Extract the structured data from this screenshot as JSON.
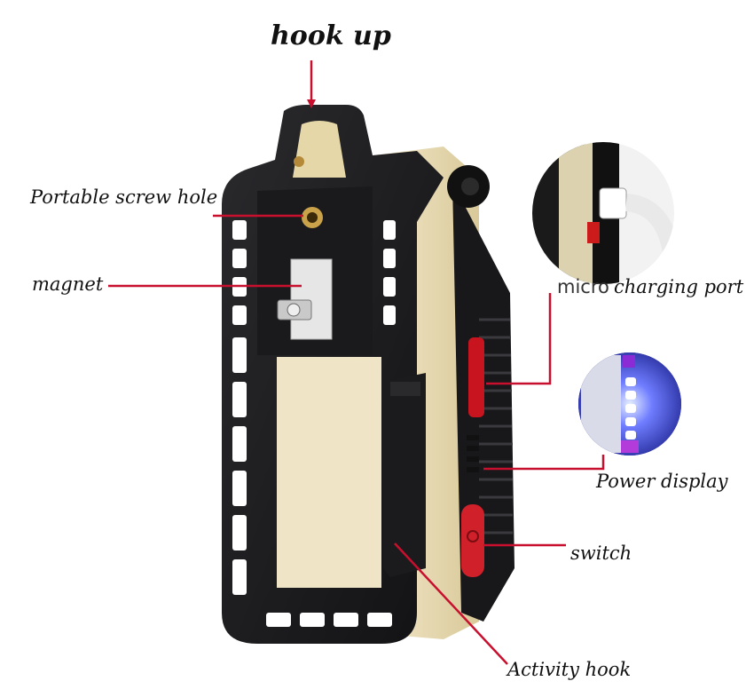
{
  "labels": {
    "hook_up": "hook up",
    "screw_hole": "Portable screw hole",
    "magnet": "magnet",
    "charging_port_micro": "micro",
    "charging_port_rest": "charging port",
    "power_display": "Power display",
    "switch": "switch",
    "activity_hook": "Activity hook"
  },
  "colors": {
    "leader_line": "#c8102e",
    "body_black": "#1c1c1e",
    "body_beige": "#e9dcb8",
    "switch_red": "#d0202a",
    "led_blue": "#3a4bff"
  },
  "icons": {
    "hook": "hook-icon",
    "screw": "screw-hole-icon",
    "magnet": "magnet-icon",
    "usb": "usb-cable-icon",
    "leds": "battery-led-icon",
    "power": "power-button-icon"
  }
}
